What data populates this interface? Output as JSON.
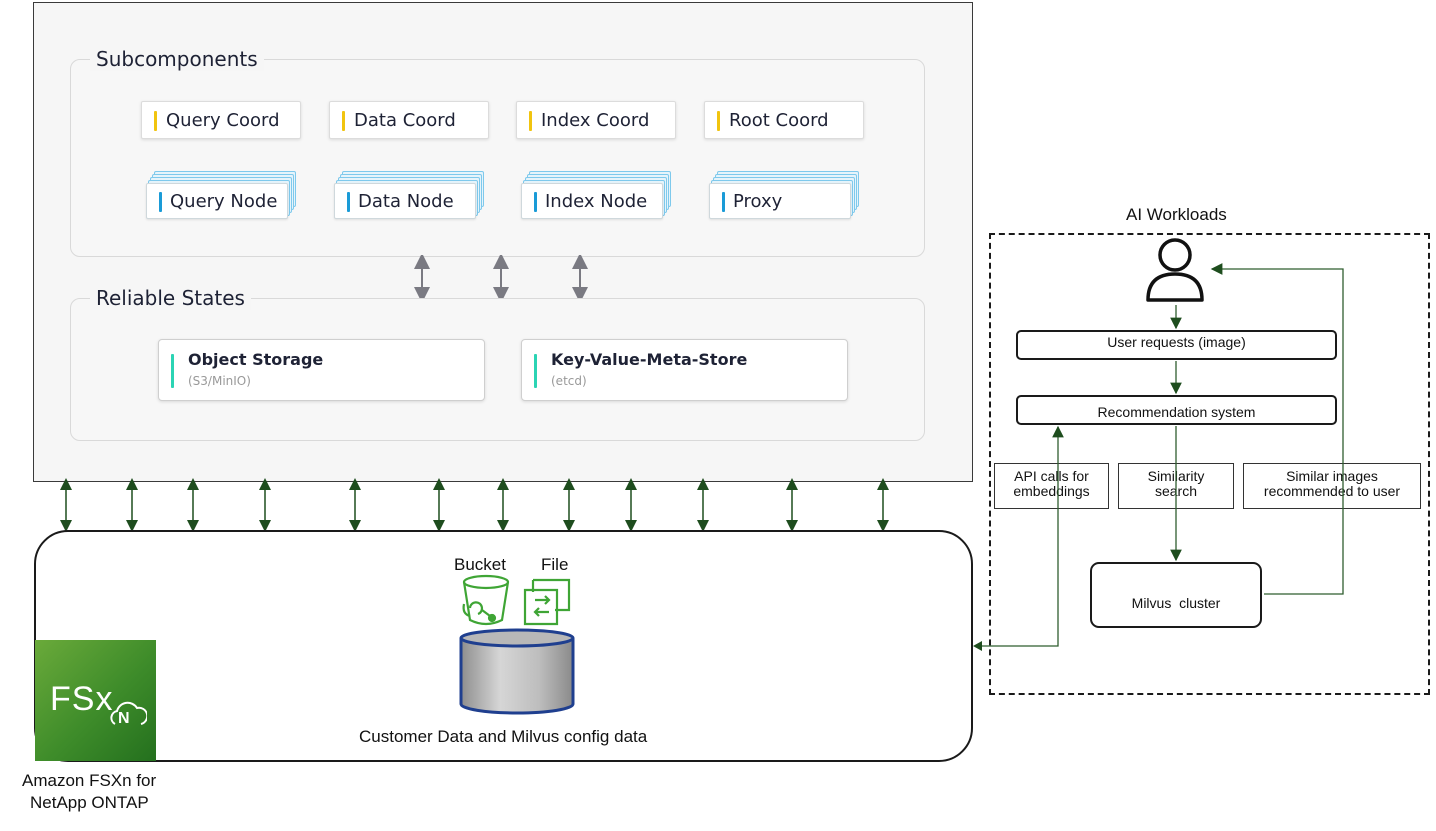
{
  "milvus": {
    "subcomponents_title": "Subcomponents",
    "coords": [
      "Query Coord",
      "Data Coord",
      "Index Coord",
      "Root Coord"
    ],
    "nodes": [
      "Query Node",
      "Data Node",
      "Index Node",
      "Proxy"
    ],
    "reliable_states_title": "Reliable States",
    "stores": [
      {
        "title": "Object Storage",
        "sub": "(S3/MinIO)"
      },
      {
        "title": "Key-Value-Meta-Store",
        "sub": "(etcd)"
      }
    ]
  },
  "storage": {
    "bucket_label": "Bucket",
    "file_label": "File",
    "caption": "Customer Data and Milvus config data",
    "logo_text": "FSx",
    "logo_badge": "N",
    "product_name_line1": "Amazon FSXn for",
    "product_name_line2": "NetApp ONTAP"
  },
  "ai": {
    "title": "AI Workloads",
    "user_requests": "User requests (image)",
    "recommendation": "Recommendation system",
    "api_calls_line1": "API calls for",
    "api_calls_line2": "embeddings",
    "similarity_line1": "Similarity",
    "similarity_line2": "search",
    "similar_images_line1": "Similar images",
    "similar_images_line2": "recommended to user",
    "milvus_cluster": "Milvus  cluster"
  },
  "colors": {
    "coord_bar": "#f1c40f",
    "node_bar": "#1a9bd7",
    "store_bar": "#2bd4b4",
    "flow_arrow": "#2f5e2f",
    "fsx_green": "#3e8c2a",
    "bucket_green": "#3fa535"
  }
}
